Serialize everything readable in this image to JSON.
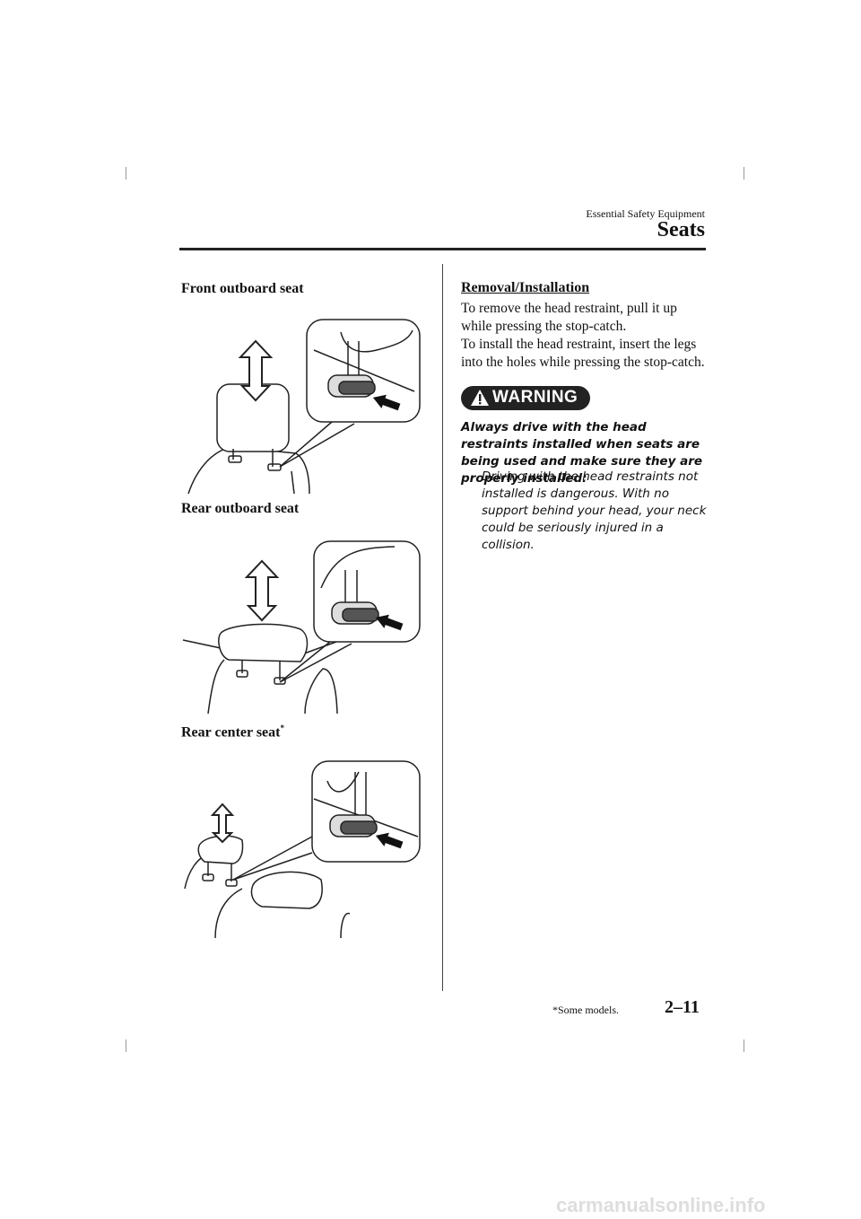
{
  "header": {
    "section": "Essential Safety Equipment",
    "title": "Seats"
  },
  "figures": [
    {
      "caption": "Front outboard seat",
      "icon": "head-restraint-front-outboard-illustration"
    },
    {
      "caption": "Rear outboard seat",
      "icon": "head-restraint-rear-outboard-illustration"
    },
    {
      "caption": "Rear center seat",
      "mark": "*",
      "icon": "head-restraint-rear-center-illustration"
    }
  ],
  "removal": {
    "heading": "Removal/Installation",
    "paragraph1": "To remove the head restraint, pull it up while pressing the stop-catch.",
    "paragraph2": "To install the head restraint, insert the legs into the holes while pressing the stop-catch."
  },
  "warning": {
    "label": "WARNING",
    "bold_text": "Always drive with the head restraints installed when seats are being used and make sure they are properly installed:",
    "text": "Driving with the head restraints not installed is dangerous. With no support behind your head, your neck could be seriously injured in a collision."
  },
  "footer": {
    "note": "*Some models.",
    "page": "2–11"
  },
  "watermark": "carmanualsonline.info"
}
